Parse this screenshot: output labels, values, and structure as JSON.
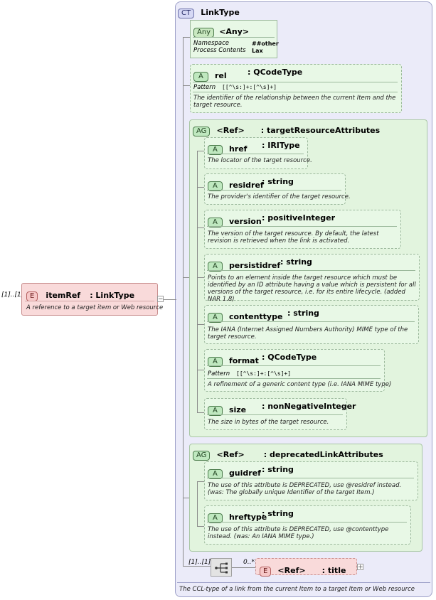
{
  "complex_type": {
    "badge": "CT",
    "name": "LinkType",
    "description": "The CCL-type of a link from the current Item to a target Item or Web resource"
  },
  "root_element": {
    "badge": "E",
    "multiplicity": "[1]..[1]",
    "name": "itemRef",
    "type": ": LinkType",
    "description": "A reference to a target item or Web resource"
  },
  "any_attribute": {
    "badge": "Any",
    "name": "<Any>",
    "namespace_label": "Namespace",
    "namespace_value": "##other",
    "process_label": "Process Contents",
    "process_value": "Lax"
  },
  "rel": {
    "badge": "A",
    "name": "rel",
    "type": ": QCodeType",
    "pattern_label": "Pattern",
    "pattern_value": "[[^\\s:]+:[^\\s]+]",
    "description": "The identifier of the relationship between the current Item and the target resource."
  },
  "target_group": {
    "badge": "AG",
    "ref": "<Ref>",
    "name": ": targetResourceAttributes",
    "attributes": [
      {
        "badge": "A",
        "name": "href",
        "type": ": IRIType",
        "description": "The locator of the target resource."
      },
      {
        "badge": "A",
        "name": "residref",
        "type": ": string",
        "description": "The  provider's identifier of the target resource."
      },
      {
        "badge": "A",
        "name": "version",
        "type": ": positiveInteger",
        "description": "The version of the target resource. By default, the latest revision is retrieved when the link is activated."
      },
      {
        "badge": "A",
        "name": "persistidref",
        "type": ": string",
        "description": "Points to an element inside the target resource which must be identified by an ID attribute having a value which is persistent for all versions of the target resource, i.e. for its entire lifecycle. (added NAR 1.8)"
      },
      {
        "badge": "A",
        "name": "contenttype",
        "type": ": string",
        "description": "The IANA (Internet Assigned Numbers Authority) MIME type of the target resource."
      },
      {
        "badge": "A",
        "name": "format",
        "type": ": QCodeType",
        "pattern_label": "Pattern",
        "pattern_value": "[[^\\s:]+:[^\\s]+]",
        "description": "A refinement of a generic content type (i.e. IANA MIME type)"
      },
      {
        "badge": "A",
        "name": "size",
        "type": ": nonNegativeInteger",
        "description": "The size in bytes of the target resource."
      }
    ]
  },
  "deprecated_group": {
    "badge": "AG",
    "ref": "<Ref>",
    "name": ": deprecatedLinkAttributes",
    "attributes": [
      {
        "badge": "A",
        "name": "guidref",
        "type": ": string",
        "description": "The use of this attribute is DEPRECATED, use @residref instead. (was: The globally unique Identifier of the target Item.)"
      },
      {
        "badge": "A",
        "name": "hreftype",
        "type": ": string",
        "description": "The use of this attribute is DEPRECATED, use @contenttype instead. (was: An IANA MIME type.)"
      }
    ]
  },
  "sequence": {
    "multiplicity": "[1]..[1]"
  },
  "title_element": {
    "badge": "E",
    "multiplicity": "0..*",
    "ref": "<Ref>",
    "name": ": title"
  }
}
